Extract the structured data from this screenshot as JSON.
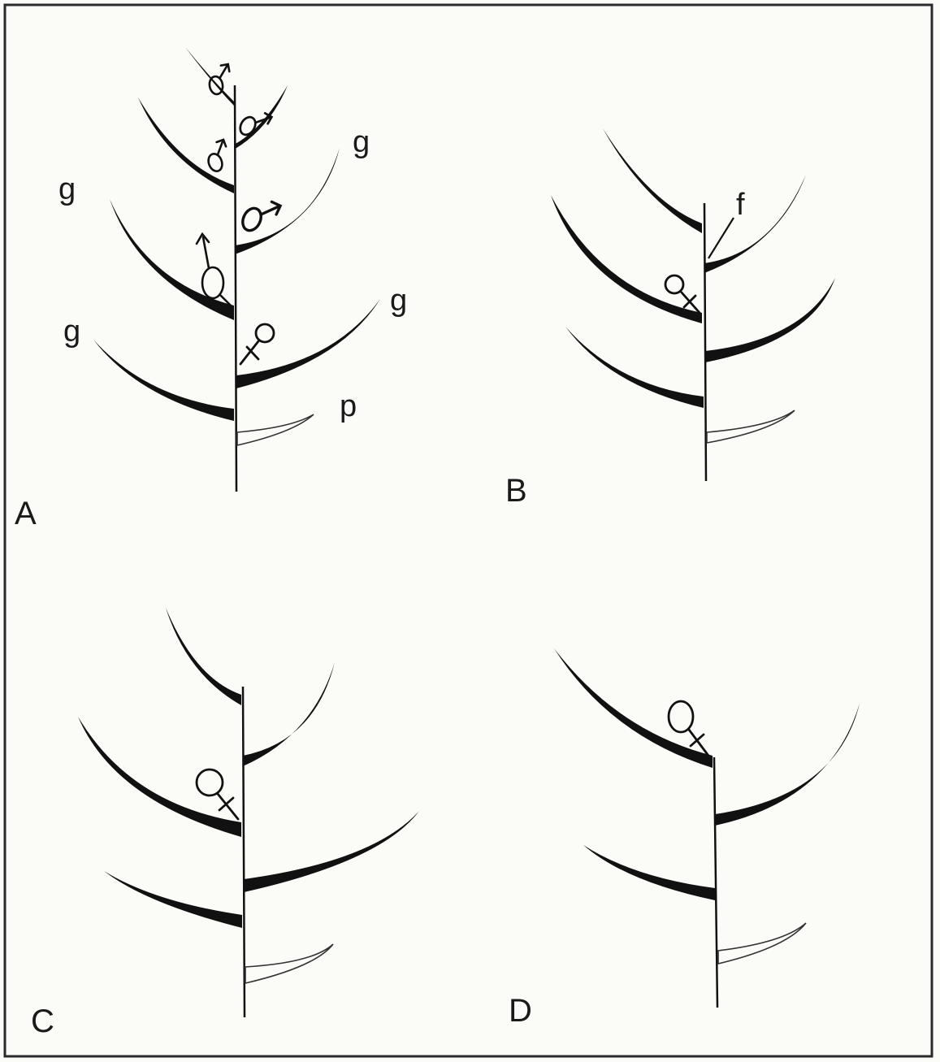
{
  "panels": [
    {
      "letter": "A",
      "g_labels": [
        "g",
        "g",
        "g",
        "g"
      ],
      "p_label": "p"
    },
    {
      "letter": "B",
      "f_label": "f"
    },
    {
      "letter": "C"
    },
    {
      "letter": "D"
    }
  ],
  "colors": {
    "ink": "#111111",
    "frame": "#2a2a2a",
    "background": "#fbfbf8"
  },
  "symbols": [
    "male-symbol",
    "female-symbol"
  ]
}
